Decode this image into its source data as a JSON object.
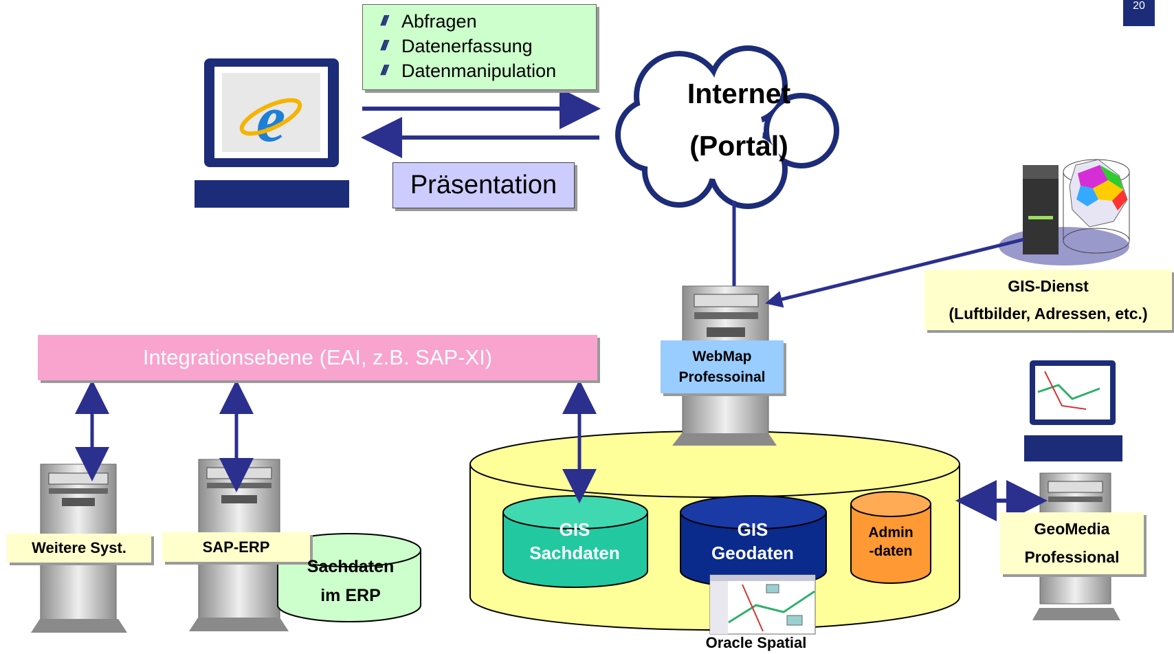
{
  "page_number": "20",
  "client": {
    "actions": [
      "Abfragen",
      "Datenerfassung",
      "Datenmanipulation"
    ],
    "presentation": "Präsentation"
  },
  "internet": {
    "line1": "Internet",
    "line2": "(Portal)"
  },
  "gis_service": {
    "line1": "GIS-Dienst",
    "line2": "(Luftbilder, Adressen, etc.)"
  },
  "webmap": {
    "line1": "WebMap",
    "line2": "Professoinal"
  },
  "integration_layer": "Integrationsebene (EAI, z.B. SAP-XI)",
  "systems": {
    "other": "Weitere Syst.",
    "sap_erp": "SAP-ERP"
  },
  "erp_db": {
    "line1": "Sachdaten",
    "line2": "im ERP"
  },
  "gis_sachdaten": {
    "line1": "GIS",
    "line2": "Sachdaten"
  },
  "gis_geodaten": {
    "line1": "GIS",
    "line2": "Geodaten"
  },
  "admin_data": {
    "line1": "Admin",
    "line2": "-daten"
  },
  "oracle_spatial": "Oracle Spatial",
  "geomedia": {
    "line1": "GeoMedia",
    "line2": "Professional"
  },
  "colors": {
    "navy": "#1d2c78",
    "arrow_blue": "#2b2f8e",
    "big_db_yellow": "#ffff99",
    "gis_sach_teal": "#22c8a0",
    "gis_geo_navy": "#0a2a8c",
    "admin_orange": "#ff9933",
    "erp_db_green": "#ccffcc",
    "integration_pink": "#f9a3cf"
  }
}
